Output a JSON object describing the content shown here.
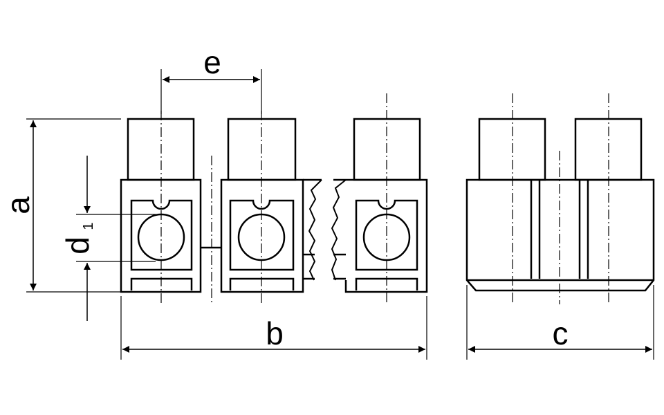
{
  "labels": {
    "a": "a",
    "b": "b",
    "c": "c",
    "d": "d",
    "d_subscript": "1",
    "e": "e"
  },
  "colors": {
    "line": "#000000",
    "background": "#ffffff"
  }
}
